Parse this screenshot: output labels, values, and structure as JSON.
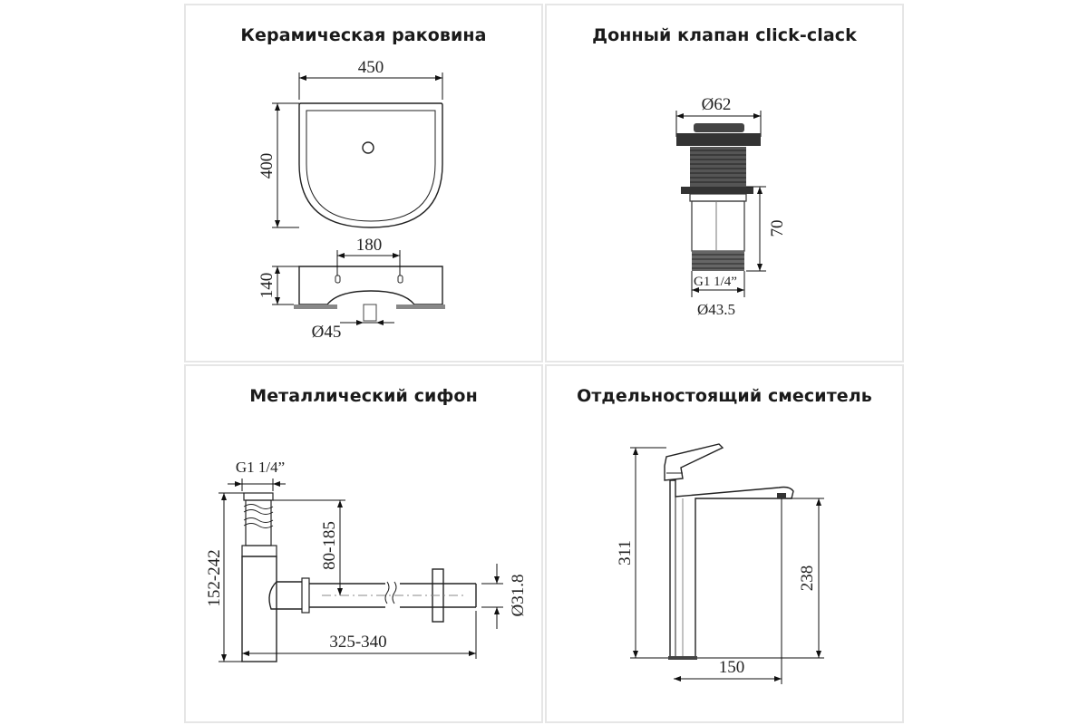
{
  "panels": [
    {
      "title": "Керамическая раковина",
      "dims": {
        "width": "450",
        "depth": "400",
        "drain_spacing": "180",
        "height": "140",
        "drain_diameter": "Ø45"
      }
    },
    {
      "title": "Донный клапан click-clack",
      "dims": {
        "cap_diameter": "Ø62",
        "length": "70",
        "thread": "G1 1/4”",
        "body_diameter": "Ø43.5"
      }
    },
    {
      "title": "Металлический сифон",
      "dims": {
        "thread": "G1 1/4”",
        "height_range": "152-242",
        "adjust_range": "80-185",
        "outlet_diameter": "Ø31.8",
        "length_range": "325-340"
      }
    },
    {
      "title": "Отдельностоящий смеситель",
      "dims": {
        "total_height": "311",
        "spout_height": "238",
        "reach": "150"
      }
    }
  ]
}
